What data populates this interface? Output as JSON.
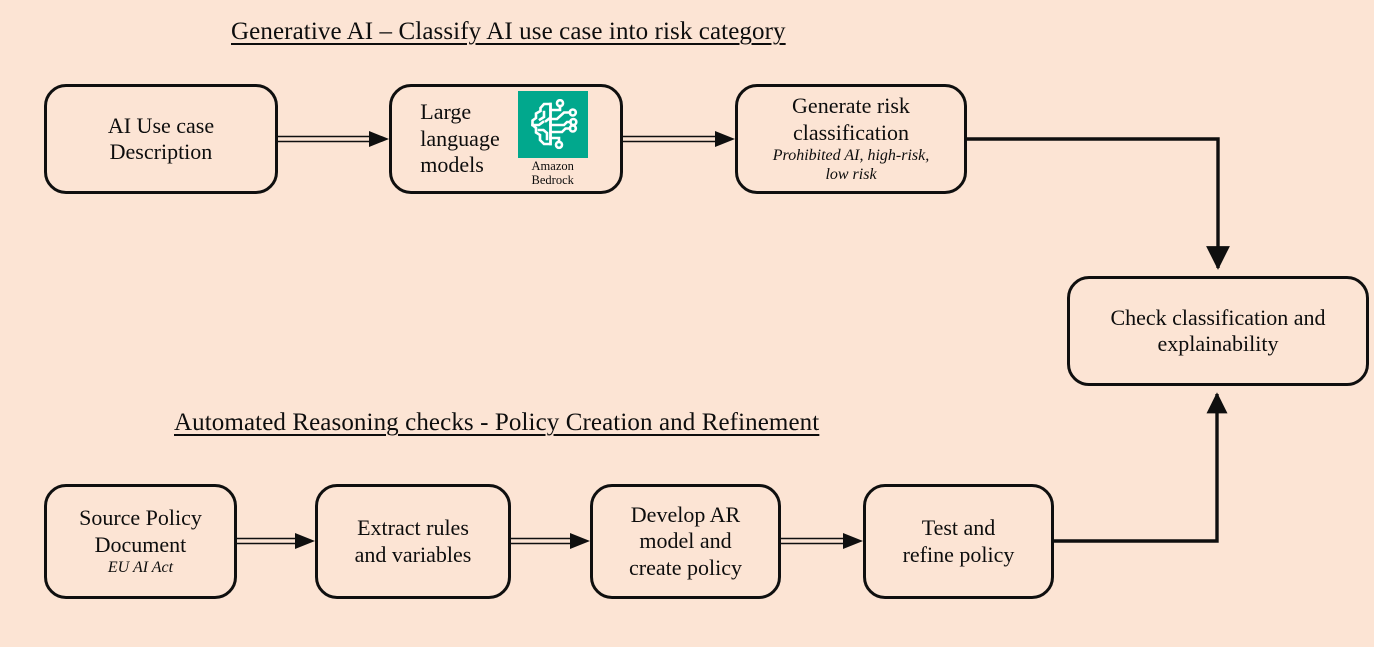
{
  "diagram": {
    "background_color": "#fce4d4",
    "line_color": "#0f0f0f",
    "accent_color": "#01a88d",
    "sections": [
      {
        "id": "genai",
        "title": "Generative AI – Classify AI use case into risk category"
      },
      {
        "id": "automated_reasoning",
        "title": "Automated Reasoning checks - Policy Creation and Refinement"
      }
    ],
    "nodes": {
      "usecase": {
        "main": "AI Use case\nDescription",
        "sub": ""
      },
      "llm": {
        "main": "Large\nlanguage\nmodels",
        "logo_caption": "Amazon\nBedrock",
        "logo_name": "amazon-bedrock-logo"
      },
      "genrisk": {
        "main": "Generate risk\nclassification",
        "sub": "Prohibited AI, high-risk,\nlow risk"
      },
      "check": {
        "main": "Check classification and\nexplainability",
        "sub": ""
      },
      "sourcepolicy": {
        "main": "Source Policy\nDocument",
        "sub": "EU AI Act"
      },
      "extract": {
        "main": "Extract rules\nand variables",
        "sub": ""
      },
      "develop": {
        "main": "Develop AR\nmodel and\ncreate policy",
        "sub": ""
      },
      "test": {
        "main": "Test and\nrefine policy",
        "sub": ""
      }
    },
    "edges": [
      {
        "name": "usecase-to-llm",
        "from": "usecase",
        "to": "llm",
        "style": "double-line-arrow"
      },
      {
        "name": "llm-to-genrisk",
        "from": "llm",
        "to": "genrisk",
        "style": "double-line-arrow"
      },
      {
        "name": "genrisk-to-check",
        "from": "genrisk",
        "to": "check",
        "style": "elbow-arrow-down"
      },
      {
        "name": "sourcepolicy-to-extract",
        "from": "sourcepolicy",
        "to": "extract",
        "style": "double-line-arrow"
      },
      {
        "name": "extract-to-develop",
        "from": "extract",
        "to": "develop",
        "style": "double-line-arrow"
      },
      {
        "name": "develop-to-test",
        "from": "develop",
        "to": "test",
        "style": "double-line-arrow"
      },
      {
        "name": "test-to-check",
        "from": "test",
        "to": "check",
        "style": "elbow-arrow-up"
      }
    ]
  }
}
